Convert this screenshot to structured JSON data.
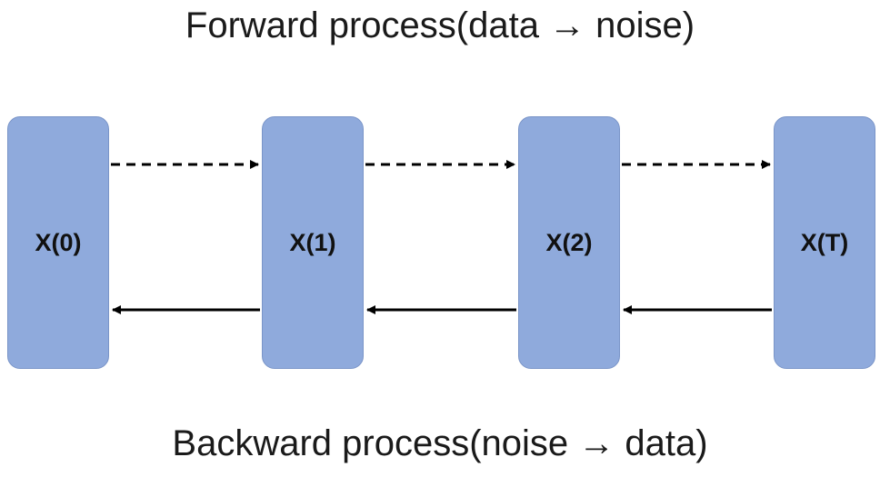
{
  "title": "Forward process(data → noise)",
  "subtitle": "Backward process(noise → data)",
  "nodes": [
    {
      "label": "X(0)"
    },
    {
      "label": "X(1)"
    },
    {
      "label": "X(2)"
    },
    {
      "label": "X(T)"
    }
  ],
  "edges": {
    "forward": {
      "style": "dashed",
      "direction": "left-to-right",
      "color": "#000000"
    },
    "backward": {
      "style": "solid",
      "direction": "right-to-left",
      "color": "#000000"
    }
  },
  "colors": {
    "node_fill": "#8faadc",
    "node_border": "#7a95c8",
    "text": "#111111"
  }
}
